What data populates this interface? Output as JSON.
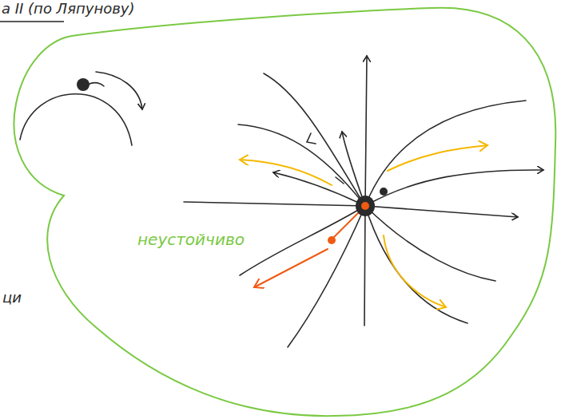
{
  "diagram": {
    "labels": [
      "а II (по Ляпунову)",
      "неустойчиво",
      "ци"
    ]
  }
}
